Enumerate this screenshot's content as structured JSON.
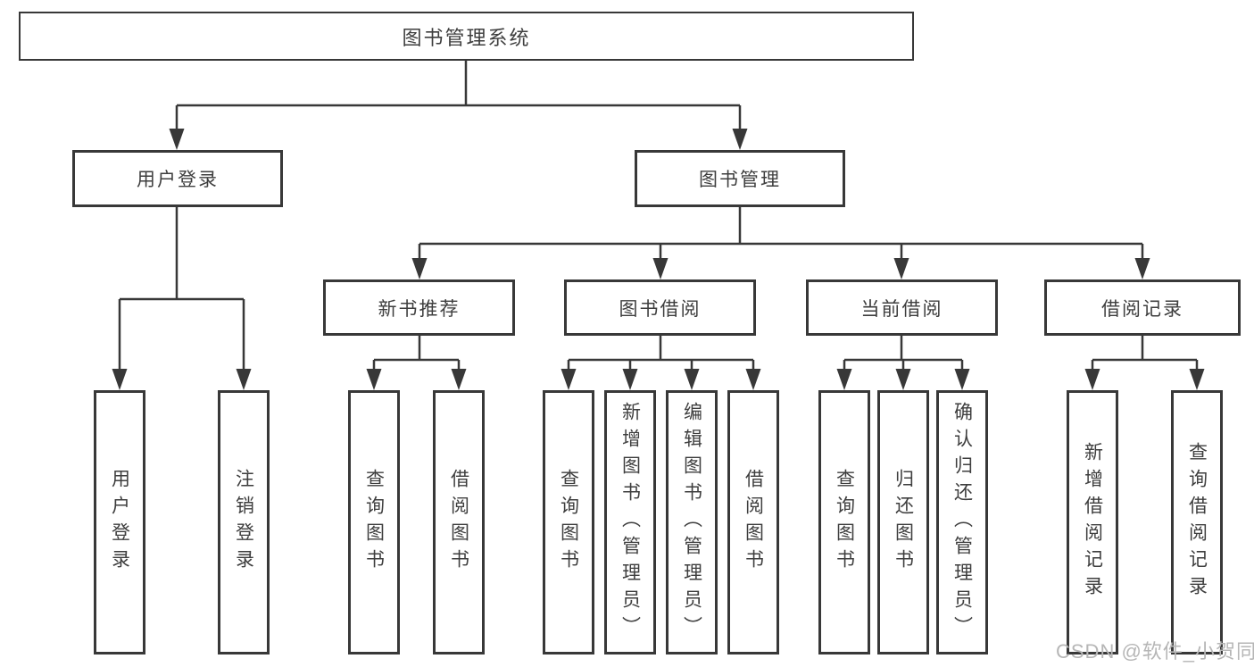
{
  "colors": {
    "line": "#383838",
    "box_border": "#383838",
    "text": "#3e3e3e",
    "watermark": "#b6b6b6",
    "background": "#ffffff"
  },
  "tree": {
    "root": "图书管理系统",
    "branches": [
      {
        "label": "用户登录",
        "children": [
          "用户登录",
          "注销登录"
        ]
      },
      {
        "label": "图书管理",
        "groups": [
          {
            "label": "新书推荐",
            "children": [
              "查询图书",
              "借阅图书"
            ]
          },
          {
            "label": "图书借阅",
            "children": [
              "查询图书",
              "新增图书（管理员）",
              "编辑图书（管理员）",
              "借阅图书"
            ]
          },
          {
            "label": "当前借阅",
            "children": [
              "查询图书",
              "归还图书",
              "确认归还（管理员）"
            ]
          },
          {
            "label": "借阅记录",
            "children": [
              "新增借阅记录",
              "查询借阅记录"
            ]
          }
        ]
      }
    ]
  },
  "watermark": "CSDN @软件_小贺同学"
}
